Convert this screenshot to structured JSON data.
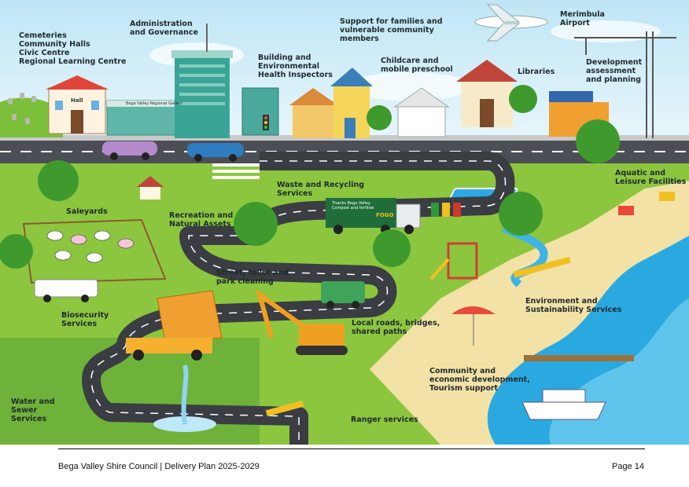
{
  "labels": {
    "cemeteries": "Cemeteries\nCommunity Halls\nCivic Centre\nRegional Learning Centre",
    "administration": "Administration\nand Governance",
    "building": "Building and\nEnvironmental\nHealth Inspectors",
    "support": "Support for families and\nvulnerable community\nmembers",
    "childcare": "Childcare and\nmobile preschool",
    "libraries": "Libraries",
    "airport": "Merimbula\nAirport",
    "development": "Development\nassessment\nand planning",
    "aquatic": "Aquatic and\nLeisure Facilities",
    "waste": "Waste and Recycling\nServices",
    "saleyards": "Saleyards",
    "recreation": "Recreation and\nNatural Assets",
    "street": "Street, toilet and\npark cleaning",
    "environment": "Environment and\nSustainability Services",
    "biosecurity": "Biosecurity\nServices",
    "roads": "Local roads, bridges,\nshared paths",
    "community": "Community and\neconomic development,\nTourism support",
    "water": "Water and\nSewer\nServices",
    "ranger": "Ranger services"
  },
  "signs": {
    "hall": "Hall",
    "gallery": "Bega Valley Regional Gallery",
    "truck": "Thanks Bega Valley\nCompost and fertilise",
    "truck_logo": "FOGO"
  },
  "footer": {
    "left": "Bega Valley Shire Council | Delivery Plan 2025-2029",
    "right": "Page 14"
  }
}
